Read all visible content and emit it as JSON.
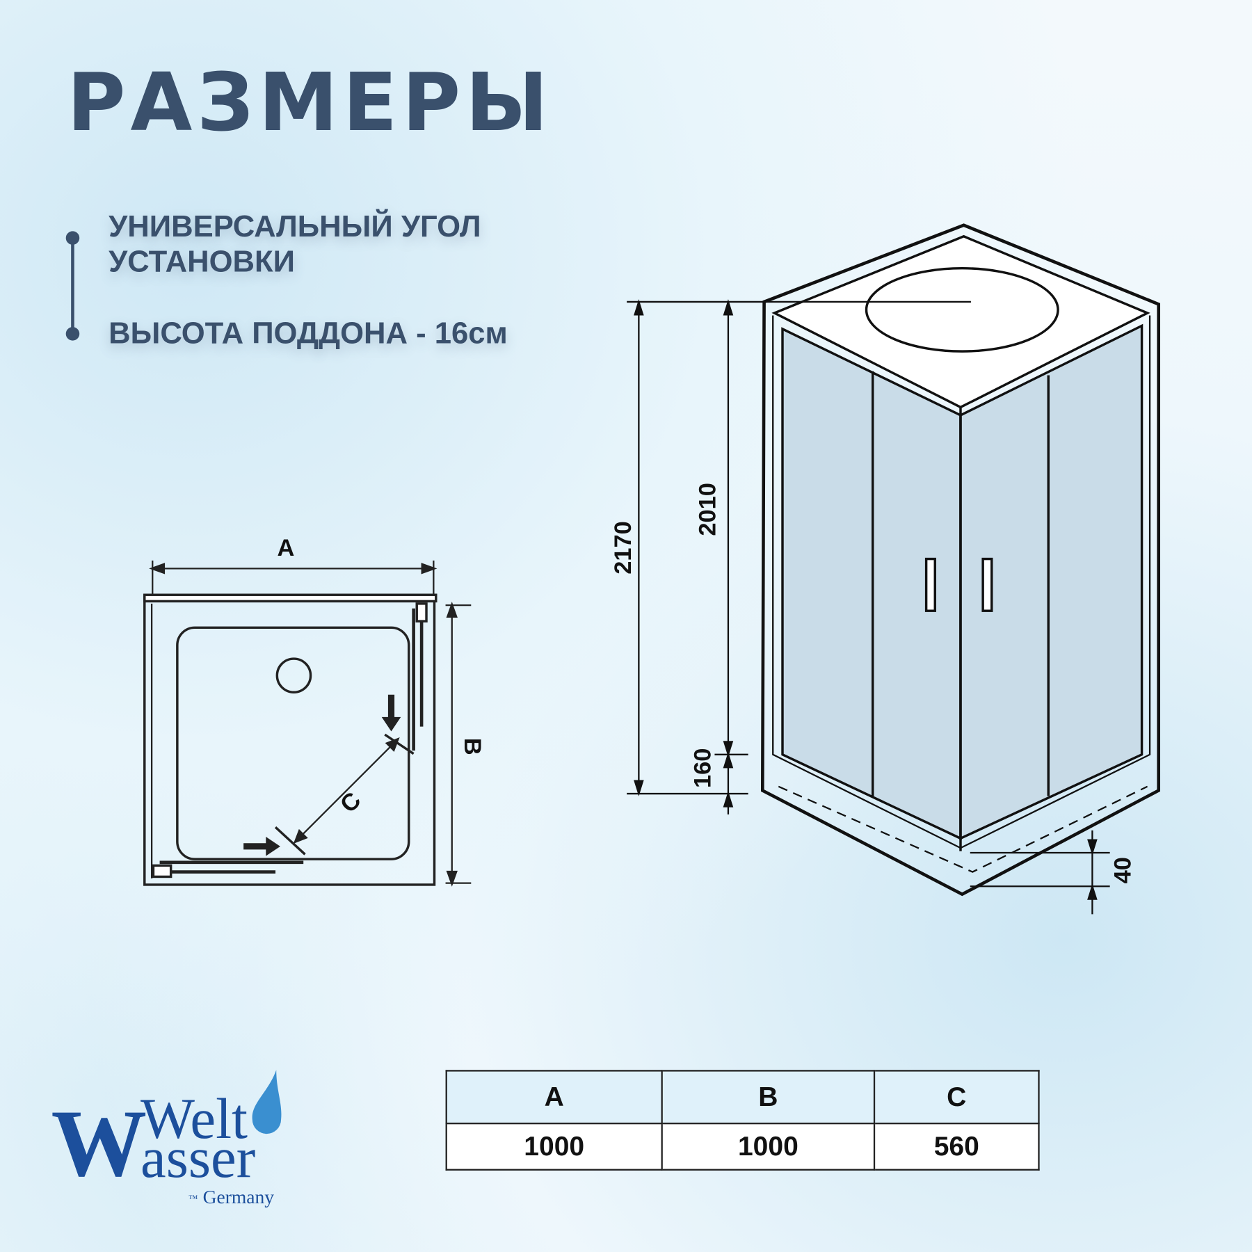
{
  "title": "РАЗМЕРЫ",
  "features": [
    "УНИВЕРСАЛЬНЫЙ УГОЛ",
    "УСТАНОВКИ",
    "ВЫСОТА ПОДДОНА - 16см"
  ],
  "plan": {
    "label_a": "A",
    "label_b": "B",
    "label_c": "C"
  },
  "elevation": {
    "h_total": "2170",
    "h_cabin": "2010",
    "h_tray": "160",
    "h_leg": "40"
  },
  "table": {
    "headers": [
      "A",
      "B",
      "C"
    ],
    "values": [
      "1000",
      "1000",
      "560"
    ]
  },
  "logo": {
    "line1": "Welt",
    "line2": "Wasser",
    "tm": "™",
    "country": "Germany"
  },
  "colors": {
    "text": "#3a506c",
    "logo": "#1c4f9c",
    "glass": "#c9dce8",
    "header_bg": "#dff1fa"
  }
}
